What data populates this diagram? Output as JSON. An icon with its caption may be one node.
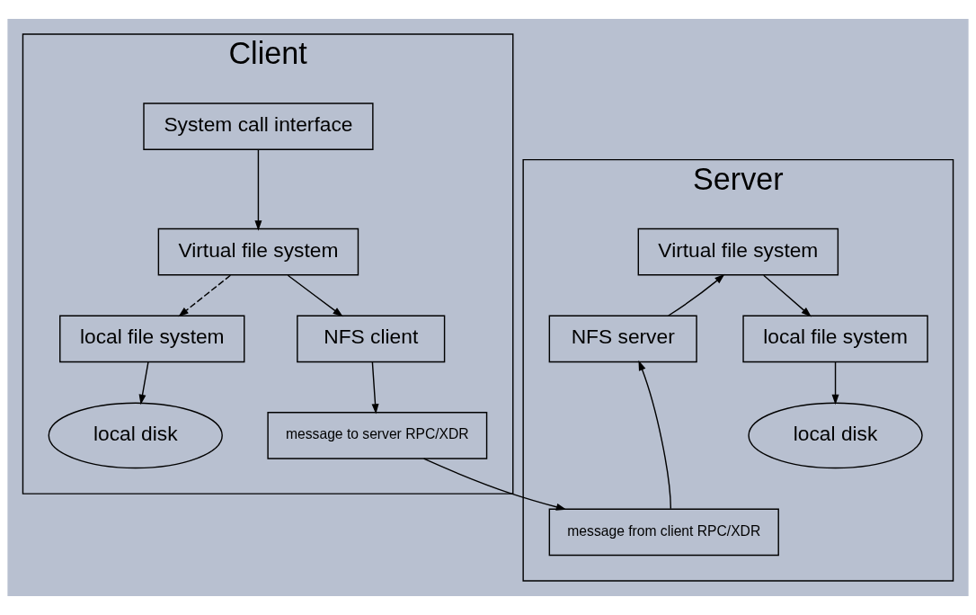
{
  "diagram": {
    "nodes": [
      {
        "text": [
          "Client"
        ]
      },
      {
        "text": [
          "System call interface"
        ],
        "in": 0
      },
      {
        "text": [
          "Virtual file system"
        ],
        "in": 0
      },
      {
        "text": [
          "local file system"
        ],
        "in": 0
      },
      {
        "text": [
          "NFS client"
        ],
        "in": 0
      },
      {
        "text": [
          "local disk"
        ],
        "in": 0
      },
      {
        "text": [
          "message to server RPC/XDR"
        ],
        "in": 0
      },
      {
        "text": [
          "Server"
        ]
      },
      {
        "text": [
          "Virtual file system"
        ],
        "in": 7
      },
      {
        "text": [
          "NFS server"
        ],
        "in": 7
      },
      {
        "text": [
          "local file system"
        ],
        "in": 7
      },
      {
        "text": [
          "message from client RPC/XDR"
        ],
        "in": 7
      },
      {
        "text": [
          "local disk"
        ],
        "in": 7
      }
    ],
    "edges": [
      {
        "from": 1,
        "to": 2,
        "arrow": "to"
      },
      {
        "from": 2,
        "to": 3,
        "arrow": "to",
        "style": "dashed"
      },
      {
        "from": 2,
        "to": 4,
        "arrow": "to"
      },
      {
        "from": 3,
        "to": 5,
        "arrow": "to"
      },
      {
        "from": 4,
        "to": 6,
        "arrow": "to"
      },
      {
        "from": 6,
        "to": 11,
        "arrow": "to"
      },
      {
        "from": 11,
        "to": 9,
        "arrow": "to"
      },
      {
        "from": 9,
        "to": 8,
        "arrow": "to"
      },
      {
        "from": 8,
        "to": 10,
        "arrow": "to"
      },
      {
        "from": 10,
        "to": 12,
        "arrow": "to"
      }
    ]
  }
}
